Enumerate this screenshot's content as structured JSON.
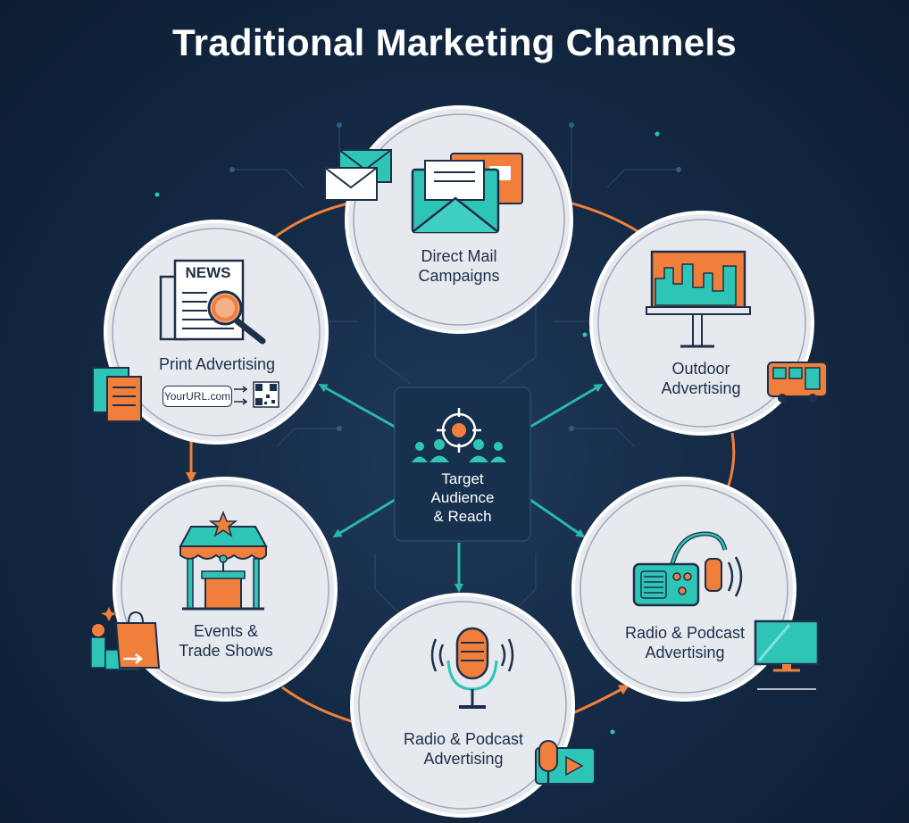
{
  "title": "Traditional Marketing Channels",
  "center": {
    "line1": "Target",
    "line2": "Audience",
    "line3": "& Reach"
  },
  "nodes": {
    "direct_mail": {
      "line1": "Direct Mail",
      "line2": "Campaigns"
    },
    "outdoor": {
      "line1": "Outdoor",
      "line2": "Advertising"
    },
    "radio_right": {
      "line1": "Radio & Podcast",
      "line2": "Advertising"
    },
    "radio_bottom": {
      "line1": "Radio & Podcast",
      "line2": "Advertising"
    },
    "events": {
      "line1": "Events &",
      "line2": "Trade Shows"
    },
    "print": {
      "line1": "Print Advertising"
    }
  },
  "print_extras": {
    "news_label": "NEWS",
    "url_text": "YourURL.com"
  },
  "colors": {
    "teal": "#2ec4b6",
    "orange": "#f07f3c",
    "navy": "#1d2f4a",
    "circle_fill": "#e6e9ee",
    "arrow": "#2bb7a8"
  }
}
